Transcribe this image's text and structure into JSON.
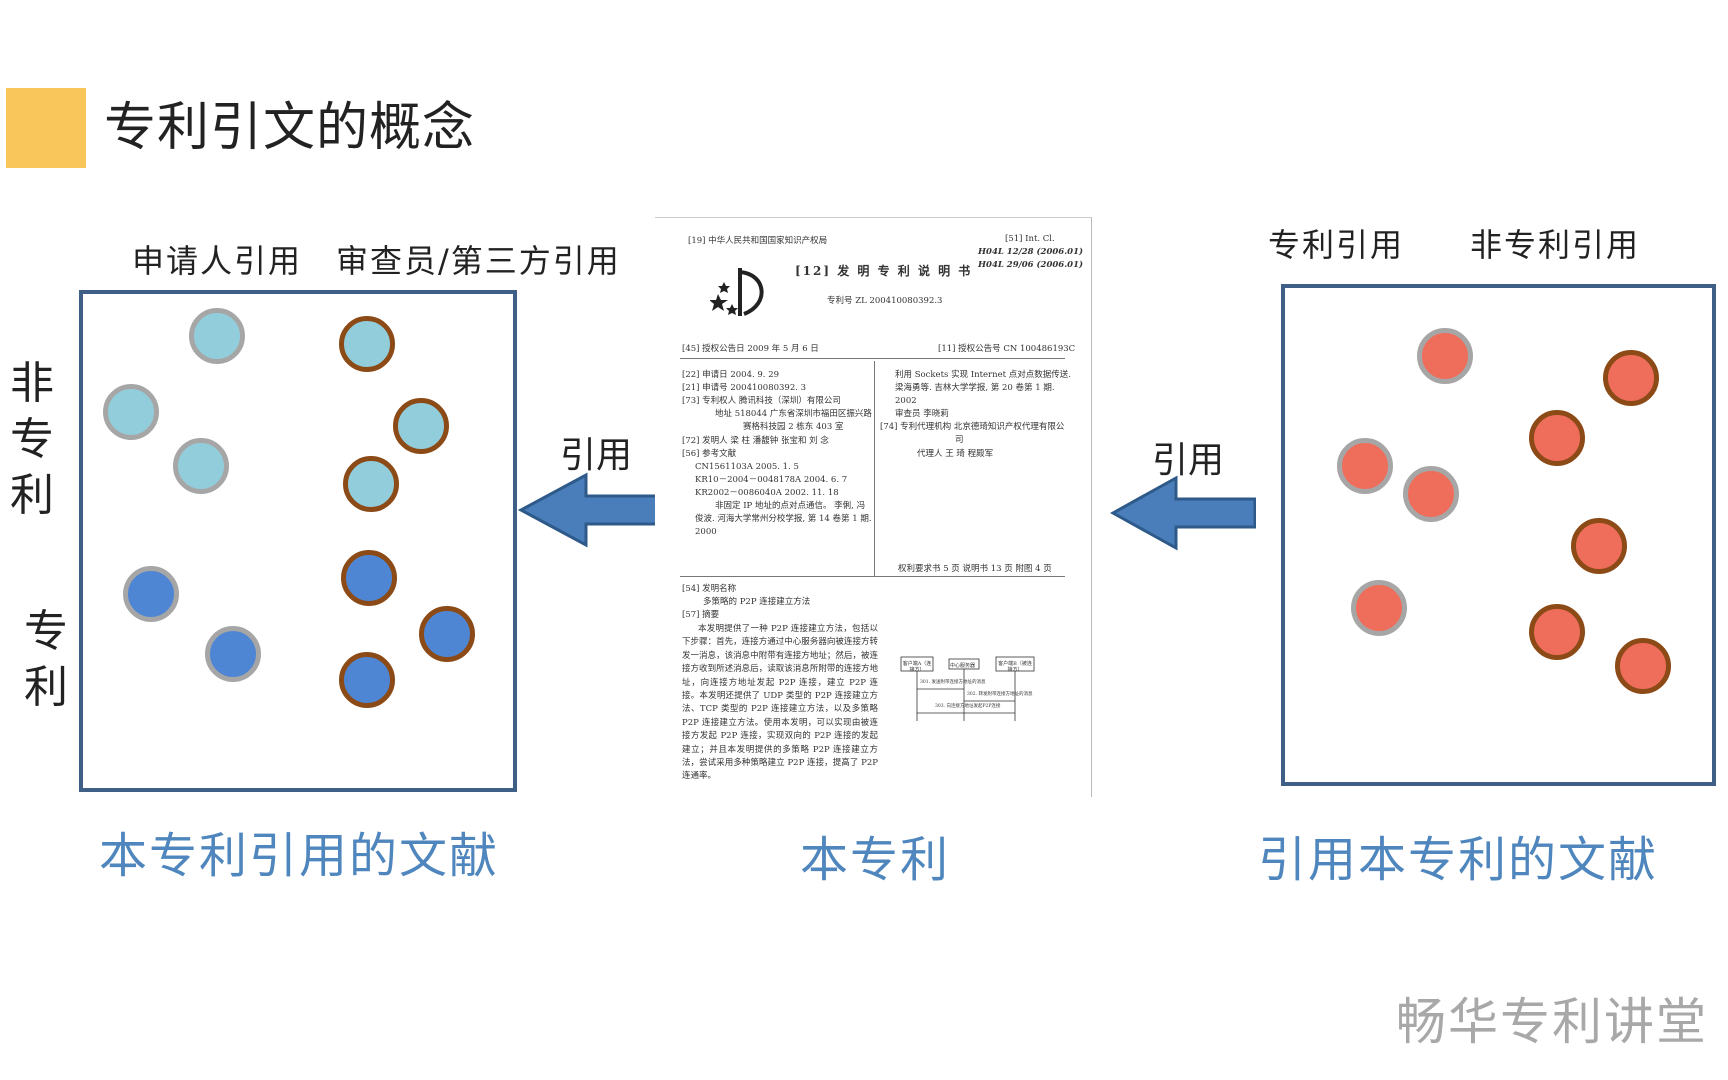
{
  "page": {
    "title": "专利引文的概念",
    "watermark": "畅华专利讲堂"
  },
  "colors": {
    "title_mark": "#f9c65b",
    "box_border": "#3f5f86",
    "arrow_fill": "#4a7ebb",
    "arrow_stroke": "#2e5a8a",
    "light_blue_fill": "#92cddc",
    "dark_blue_fill": "#4f86d3",
    "red_fill": "#ef6e5b",
    "gray_ring": "#a6a6a6",
    "brown_ring": "#8b4a16",
    "caption": "#4f86bd"
  },
  "left_panel": {
    "col_labels": [
      "申请人引用",
      "审查员/第三方引用"
    ],
    "row_labels": [
      "非专利",
      "专利"
    ],
    "caption": "本专利引用的文献",
    "dots": [
      {
        "category": "非专利",
        "cited_by": "申请人",
        "fill": "light-blue",
        "ring": "gray"
      },
      {
        "category": "非专利",
        "cited_by": "申请人",
        "fill": "light-blue",
        "ring": "gray"
      },
      {
        "category": "非专利",
        "cited_by": "申请人",
        "fill": "light-blue",
        "ring": "gray"
      },
      {
        "category": "非专利",
        "cited_by": "审查员/第三方",
        "fill": "light-blue",
        "ring": "brown"
      },
      {
        "category": "非专利",
        "cited_by": "审查员/第三方",
        "fill": "light-blue",
        "ring": "brown"
      },
      {
        "category": "非专利",
        "cited_by": "审查员/第三方",
        "fill": "light-blue",
        "ring": "brown"
      },
      {
        "category": "专利",
        "cited_by": "申请人",
        "fill": "dark-blue",
        "ring": "gray"
      },
      {
        "category": "专利",
        "cited_by": "申请人",
        "fill": "dark-blue",
        "ring": "gray"
      },
      {
        "category": "专利",
        "cited_by": "审查员/第三方",
        "fill": "dark-blue",
        "ring": "brown"
      },
      {
        "category": "专利",
        "cited_by": "审查员/第三方",
        "fill": "dark-blue",
        "ring": "brown"
      },
      {
        "category": "专利",
        "cited_by": "审查员/第三方",
        "fill": "dark-blue",
        "ring": "brown"
      }
    ]
  },
  "right_panel": {
    "col_labels": [
      "专利引用",
      "非专利引用"
    ],
    "caption": "引用本专利的文献",
    "dots": [
      {
        "fill": "red",
        "ring": "gray"
      },
      {
        "fill": "red",
        "ring": "gray"
      },
      {
        "fill": "red",
        "ring": "gray"
      },
      {
        "fill": "red",
        "ring": "gray"
      },
      {
        "fill": "red",
        "ring": "brown"
      },
      {
        "fill": "red",
        "ring": "brown"
      },
      {
        "fill": "red",
        "ring": "brown"
      },
      {
        "fill": "red",
        "ring": "brown"
      },
      {
        "fill": "red",
        "ring": "brown"
      }
    ]
  },
  "arrows": {
    "left_label": "引用",
    "right_label": "引用"
  },
  "center": {
    "caption": "本专利",
    "document": {
      "header_office": "[19] 中华人民共和国国家知识产权局",
      "doc_type": "[12] 发 明 专 利 说 明 书",
      "patent_no": "专利号 ZL 200410080392.3",
      "int_cl_label": "[51] Int. Cl.",
      "int_cl_1": "H04L 12/28  (2006.01)",
      "int_cl_2": "H04L 29/06  (2006.01)",
      "pub_date": "[45] 授权公告日   2009 年 5 月 6 日",
      "pub_no": "[11] 授权公告号  CN 100486193C",
      "app_date": "[22] 申请日   2004. 9. 29",
      "app_no": "[21] 申请号   200410080392. 3",
      "patentee": "[73] 专利权人   腾讯科技（深圳）有限公司",
      "address_1": "地址   518044 广东省深圳市福田区振兴路",
      "address_2": "赛格科技园 2 栋东 403 室",
      "inventors": "[72] 发明人   梁  柱   潘馥钟   张宝和   刘  念",
      "refs_label": "[56] 参考文献",
      "ref_1": "CN1561103A     2005. 1. 5",
      "ref_2": "KR10－2004－0048178A     2004. 6. 7",
      "ref_3": "KR2002－0086040A     2002. 11. 18",
      "ref_4": "非固定 IP 地址的点对点通信。 李俐, 冯",
      "ref_5": "俊波. 河海大学常州分校学报, 第 14 卷第 1 期.",
      "ref_6": "2000",
      "ref_r1": "利用 Sockets 实现 Internet 点对点数据传送.",
      "ref_r2": "梁海勇等. 吉林大学学报, 第 20 卷第 1 期.",
      "ref_r3": "2002",
      "examiner": "审查员   李晓莉",
      "agency_1": "[74] 专利代理机构   北京德琦知识产权代理有限公",
      "agency_2": "司",
      "agent": "代理人   王  琦   程殿军",
      "pages_note": "权利要求书 5 页  说明书 13 页  附图 4 页",
      "invention_title_label": "[54] 发明名称",
      "invention_title": "多策略的 P2P 连接建立方法",
      "abstract_label": "[57] 摘要",
      "abstract": "本发明提供了一种 P2P 连接建立方法，包括以下步骤：首先，连接方通过中心服务器向被连接方转发一消息，该消息中附带有连接方地址；然后，被连接方收到所述消息后，读取该消息所附带的连接方地址，向连接方地址发起 P2P 连接，建立 P2P 连接。本发明还提供了 UDP 类型的 P2P 连接建立方法、TCP 类型的 P2P 连接建立方法，以及多策略 P2P 连接建立方法。使用本发明，可以实现由被连接方发起 P2P 连接，实现双向的 P2P 连接的发起建立；并且本发明提供的多策略 P2P 连接建立方法，尝试采用多种策略建立 P2P 连接，提高了 P2P 连通率。",
      "fig_a": "客户端A（连接方）",
      "fig_b": "中心服务器",
      "fig_c": "客户端B（被连接方）",
      "fig_s1": "301. 发送附带连接方地址的消息",
      "fig_s2": "302. 转发附带连接方地址的消息",
      "fig_s3": "303. 向连接方地址发起P2P连接"
    }
  }
}
